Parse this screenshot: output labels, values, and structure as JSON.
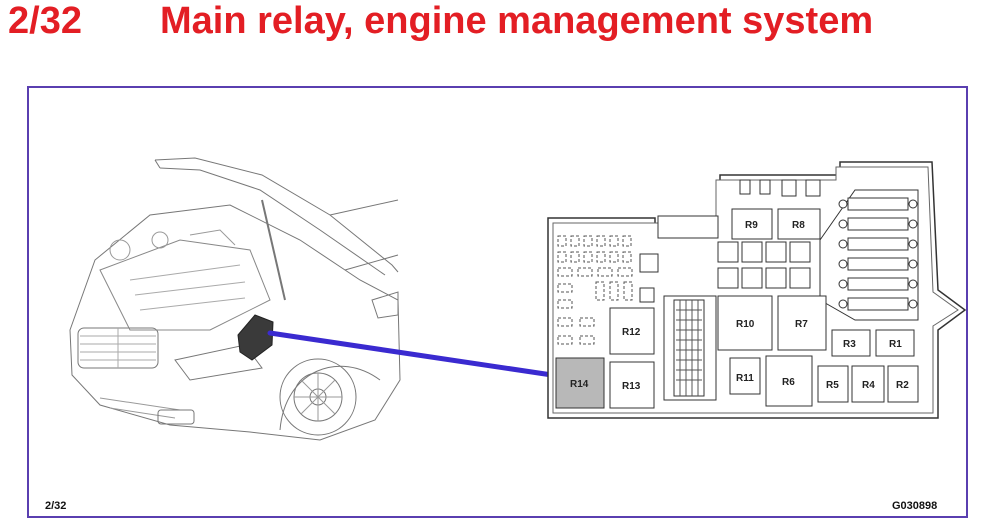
{
  "header": {
    "number": "2/32",
    "title": "Main relay, engine management system"
  },
  "footer": {
    "left": "2/32",
    "right": "G030898"
  },
  "relays": {
    "R8": "R8",
    "R9": "R9",
    "R10": "R10",
    "R7": "R7",
    "R3": "R3",
    "R1": "R1",
    "R12": "R12",
    "R14": "R14",
    "R13": "R13",
    "R11": "R11",
    "R6": "R6",
    "R5": "R5",
    "R4": "R4",
    "R2": "R2"
  },
  "colors": {
    "title": "#e31e24",
    "frame": "#5a3fb0",
    "pointer": "#3a2ad0",
    "highlight": "#b8b8b8"
  }
}
